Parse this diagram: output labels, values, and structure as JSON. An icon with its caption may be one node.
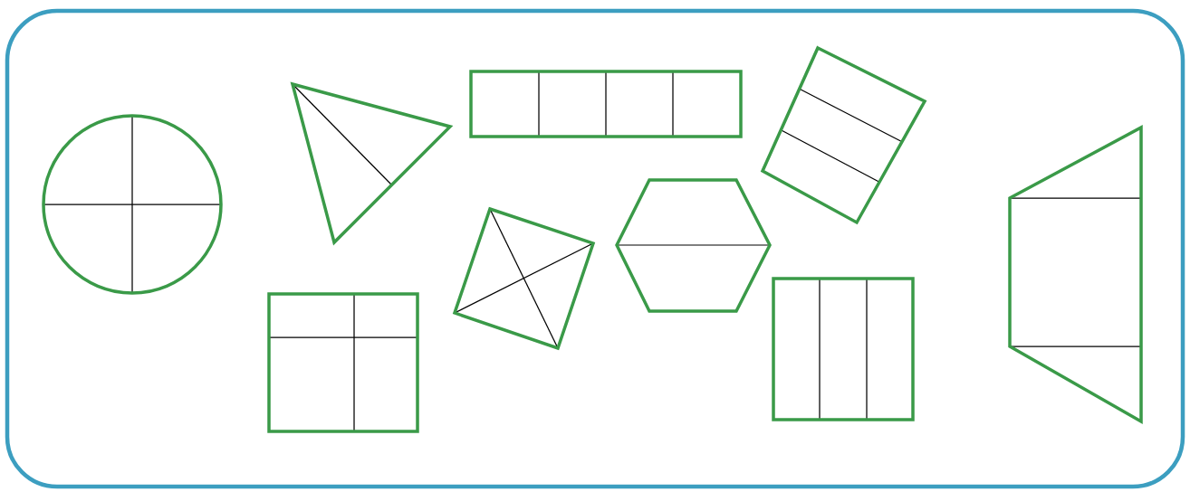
{
  "diagram": {
    "nodes": [
      {
        "text": [],
        "shape": "circle"
      },
      {
        "text": [],
        "shape": "triangle"
      },
      {
        "text": [],
        "shape": "box"
      },
      {
        "text": [],
        "shape": "box"
      },
      {
        "text": [],
        "shape": "trapezoid"
      },
      {
        "text": [],
        "shape": "box"
      },
      {
        "text": [],
        "shape": "hexagon"
      },
      {
        "text": [],
        "shape": "box"
      },
      {
        "text": [],
        "shape": "box"
      }
    ]
  }
}
